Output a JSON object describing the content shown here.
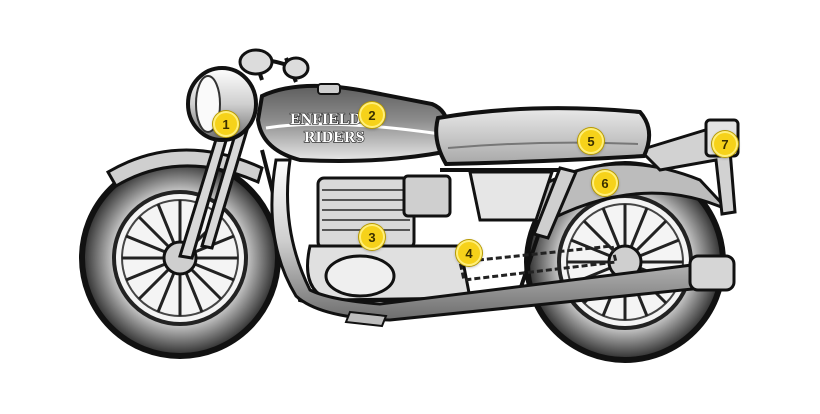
{
  "logo": {
    "line1": "ENFIELD",
    "line2": "RIDERS"
  },
  "markers": [
    {
      "id": "1",
      "label": "1"
    },
    {
      "id": "2",
      "label": "2"
    },
    {
      "id": "3",
      "label": "3"
    },
    {
      "id": "4",
      "label": "4"
    },
    {
      "id": "5",
      "label": "5"
    },
    {
      "id": "6",
      "label": "6"
    },
    {
      "id": "7",
      "label": "7"
    }
  ],
  "colors": {
    "marker": "#f6d21a",
    "ink": "#1a1a1a",
    "shade": "#9a9a9a"
  }
}
